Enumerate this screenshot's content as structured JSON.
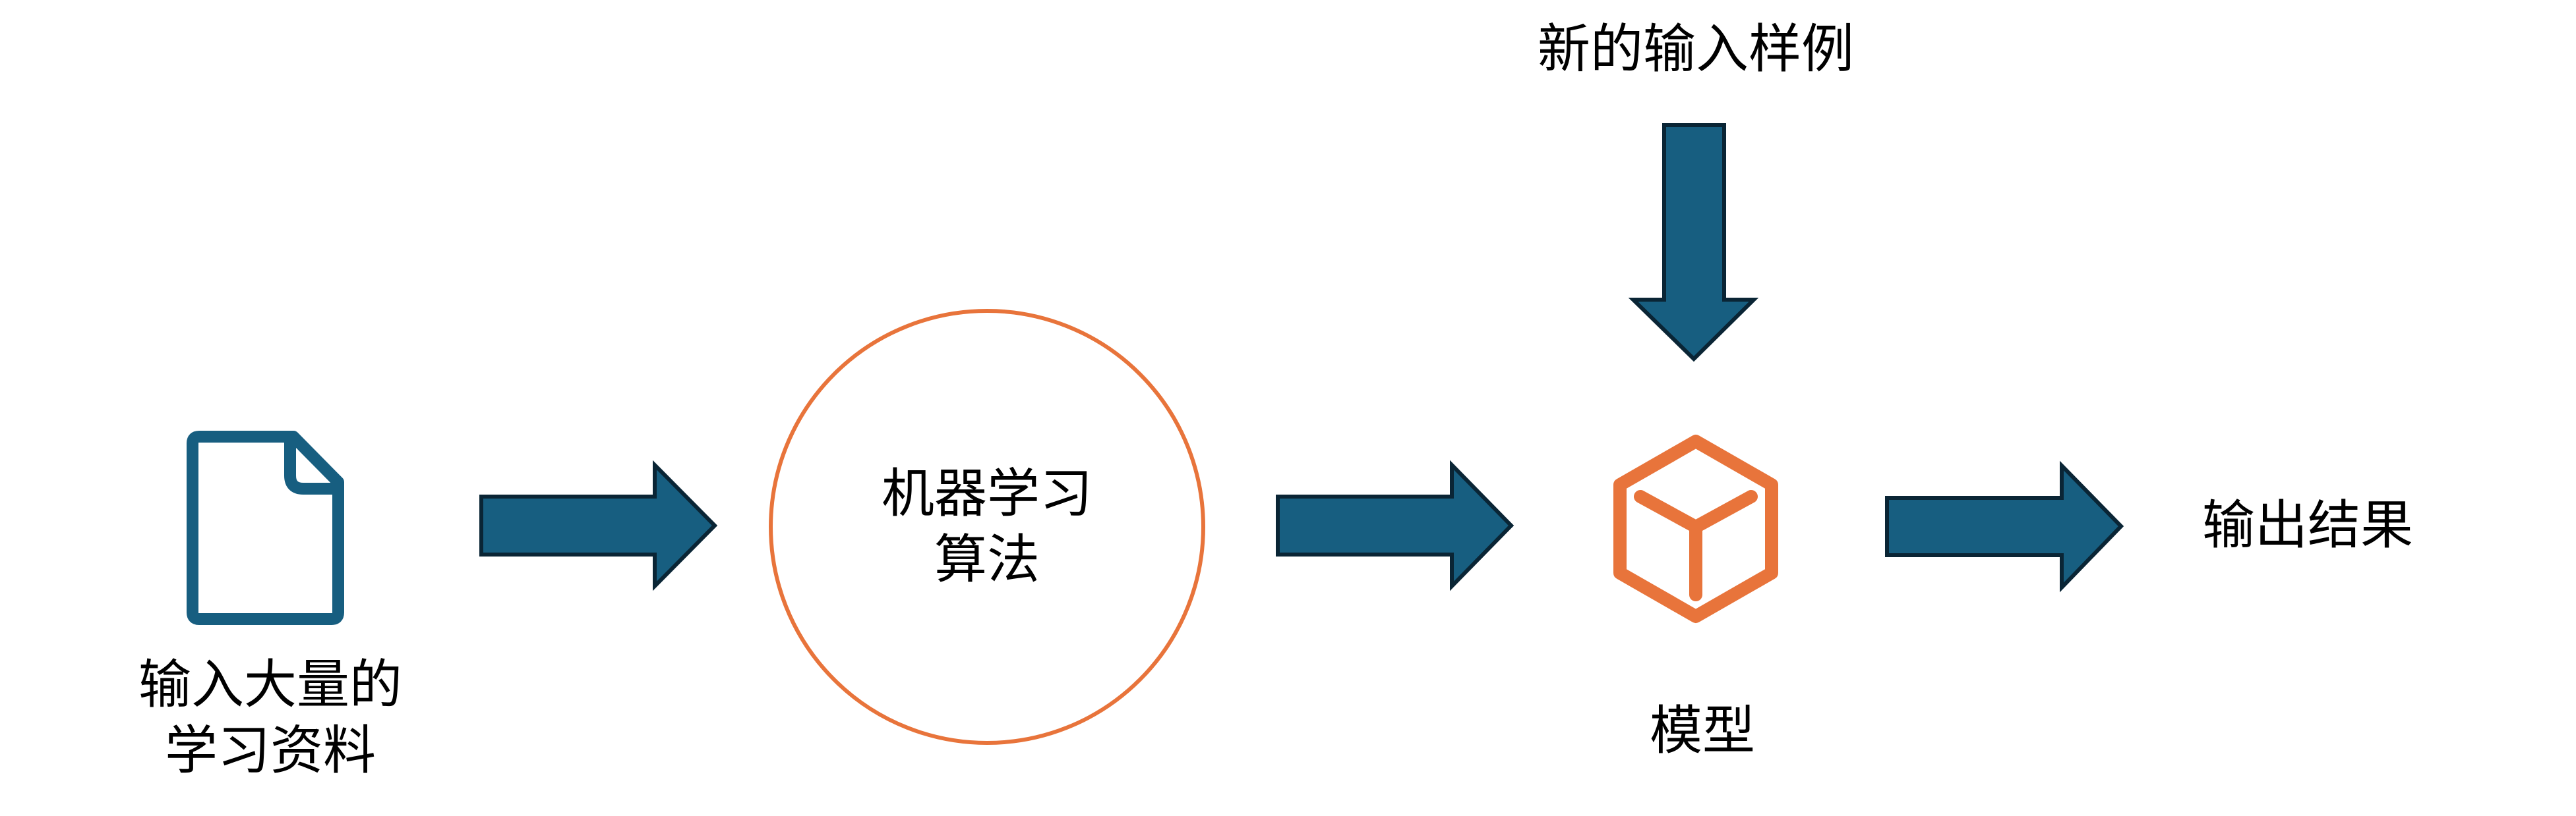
{
  "diagram": {
    "title": "机器学习流程",
    "colors": {
      "arrow_fill": "#175E80",
      "arrow_stroke": "#0A2535",
      "doc_icon": "#175E80",
      "accent_orange": "#E8743B",
      "text": "#000000",
      "background": "#FFFFFF"
    },
    "nodes": {
      "input_data": {
        "icon": "document-icon",
        "label_lines": [
          "输入大量的",
          "学习资料"
        ]
      },
      "algorithm": {
        "shape": "circle",
        "label_lines": [
          "机器学习",
          "算法"
        ]
      },
      "model": {
        "icon": "cube-icon",
        "label": "模型"
      },
      "new_input": {
        "label": "新的输入样例"
      },
      "output": {
        "label": "输出结果"
      }
    },
    "edges": [
      {
        "from": "input_data",
        "to": "algorithm",
        "direction": "right"
      },
      {
        "from": "algorithm",
        "to": "model",
        "direction": "right"
      },
      {
        "from": "new_input",
        "to": "model",
        "direction": "down"
      },
      {
        "from": "model",
        "to": "output",
        "direction": "right"
      }
    ]
  }
}
